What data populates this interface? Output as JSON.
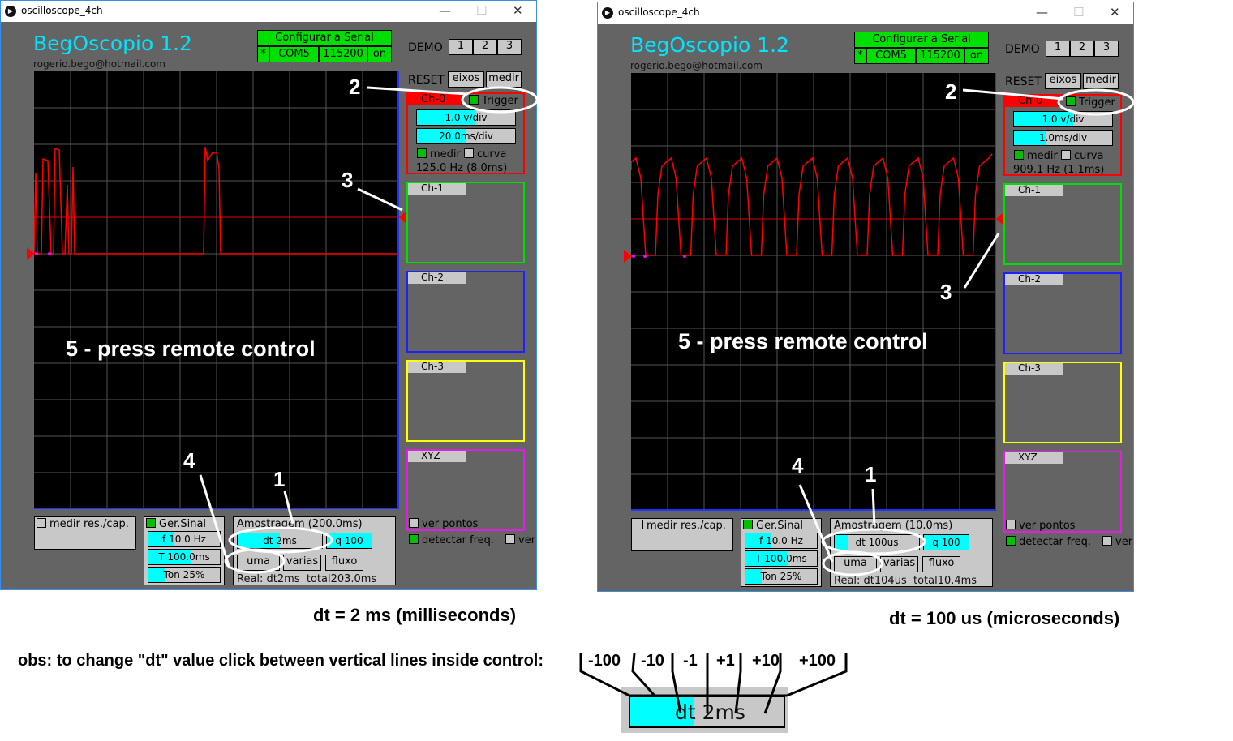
{
  "windows": [
    {
      "window_title": "oscilloscope_4ch",
      "app_title": "BegOscopio 1.2",
      "email": "rogerio.bego@hotmail.com",
      "serial": {
        "title": "Configurar a Serial",
        "star": "*",
        "port": "COM5",
        "baud": "115200",
        "state": "on"
      },
      "demo": {
        "label": "DEMO",
        "buttons": [
          "1",
          "2",
          "3"
        ]
      },
      "reset": {
        "label": "RESET",
        "buttons": [
          "eixos",
          "medir"
        ]
      },
      "ch0": {
        "label": "Ch-0",
        "trigger": "Trigger",
        "vdiv": "1.0 v/div",
        "vdiv_fill": 0.6,
        "tdiv": "20.0ms/div",
        "tdiv_fill": 0.5,
        "medir": "medir",
        "curva": "curva",
        "freq": "125.0 Hz (8.0ms)"
      },
      "channels": [
        "Ch-1",
        "Ch-2",
        "Ch-3",
        "XYZ"
      ],
      "medir_res": "medir res./cap.",
      "gen": {
        "label": "Ger.Sinal",
        "f": "f 10.0 Hz",
        "f_fill": 0.36,
        "T": "T 100.0ms",
        "T_fill": 0.59,
        "ton": "Ton 25%",
        "ton_fill": 0.23
      },
      "amostragem": {
        "label": "Amostragem (200.0ms)",
        "dt": "dt 2ms",
        "dt_fill": 0.5,
        "q": "q 100",
        "q_fill": 1.0,
        "buttons": [
          "uma",
          "varias",
          "fluxo"
        ],
        "real": "Real: dt2ms  total203.0ms"
      },
      "options": {
        "ver_pontos": "ver pontos",
        "detectar": "detectar freq.",
        "ver": "ver"
      },
      "annotations": {
        "n1": "1",
        "n2": "2",
        "n3": "3",
        "n4": "4",
        "n5": "5 - press remote control"
      },
      "caption": "dt = 2 ms (milliseconds)"
    },
    {
      "window_title": "oscilloscope_4ch",
      "app_title": "BegOscopio 1.2",
      "email": "rogerio.bego@hotmail.com",
      "serial": {
        "title": "Configurar a Serial",
        "star": "*",
        "port": "COM5",
        "baud": "115200",
        "state": "on"
      },
      "demo": {
        "label": "DEMO",
        "buttons": [
          "1",
          "2",
          "3"
        ]
      },
      "reset": {
        "label": "RESET",
        "buttons": [
          "eixos",
          "medir"
        ]
      },
      "ch0": {
        "label": "Ch-0",
        "trigger": "Trigger",
        "vdiv": "1.0 v/div",
        "vdiv_fill": 0.6,
        "tdiv": "1.0ms/div",
        "tdiv_fill": 0.33,
        "medir": "medir",
        "curva": "curva",
        "freq": "909.1 Hz (1.1ms)"
      },
      "channels": [
        "Ch-1",
        "Ch-2",
        "Ch-3",
        "XYZ"
      ],
      "medir_res": "medir res./cap.",
      "gen": {
        "label": "Ger.Sinal",
        "f": "f 10.0 Hz",
        "f_fill": 0.36,
        "T": "T 100.0ms",
        "T_fill": 0.59,
        "ton": "Ton 25%",
        "ton_fill": 0.23
      },
      "amostragem": {
        "label": "Amostragem (10.0ms)",
        "dt": "dt 100us",
        "dt_fill": 0.15,
        "q": "q 100",
        "q_fill": 1.0,
        "buttons": [
          "uma",
          "varias",
          "fluxo"
        ],
        "real": "Real: dt104us  total10.4ms"
      },
      "options": {
        "ver_pontos": "ver pontos",
        "detectar": "detectar freq.",
        "ver": "ver"
      },
      "annotations": {
        "n1": "1",
        "n2": "2",
        "n3": "3",
        "n4": "4",
        "n5": "5 - press remote control"
      },
      "caption": "dt = 100 us (microseconds)"
    }
  ],
  "obs": {
    "text": "obs: to change \"dt\" value click between vertical lines inside control:",
    "steps": [
      "-100",
      "-10",
      "-1",
      "+1",
      "+10",
      "+100"
    ],
    "example": "dt 2ms",
    "example_fill": 0.42
  },
  "colors": {
    "cyan": "#00e5ff",
    "green": "#00e000",
    "ch0": "#ff0000",
    "ch1": "#00e000",
    "ch2": "#2020ff",
    "ch3": "#ffff00",
    "xyz": "#e020e0"
  }
}
